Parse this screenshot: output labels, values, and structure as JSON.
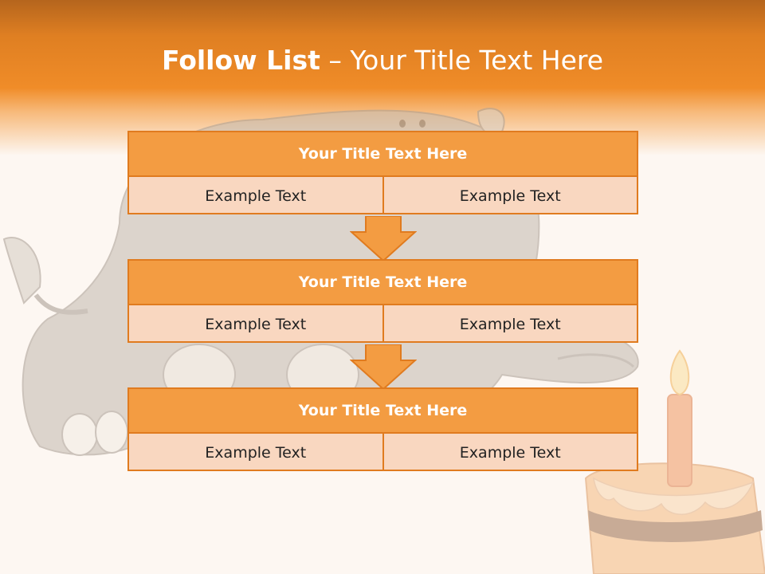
{
  "slide": {
    "title_bold": "Follow List",
    "title_rest": " – Your Title Text Here"
  },
  "blocks": [
    {
      "title": "Your Title Text Here",
      "left": "Example Text",
      "right": "Example Text"
    },
    {
      "title": "Your Title Text Here",
      "left": "Example Text",
      "right": "Example Text"
    },
    {
      "title": "Your Title Text Here",
      "left": "Example Text",
      "right": "Example Text"
    }
  ],
  "colors": {
    "accent": "#f39c42",
    "border": "#e07b1f",
    "cell_fill": "#f9d7c0",
    "header_orange": "#f08c28"
  },
  "background_art": [
    "elephant-illustration",
    "birthday-cake-with-candle"
  ]
}
